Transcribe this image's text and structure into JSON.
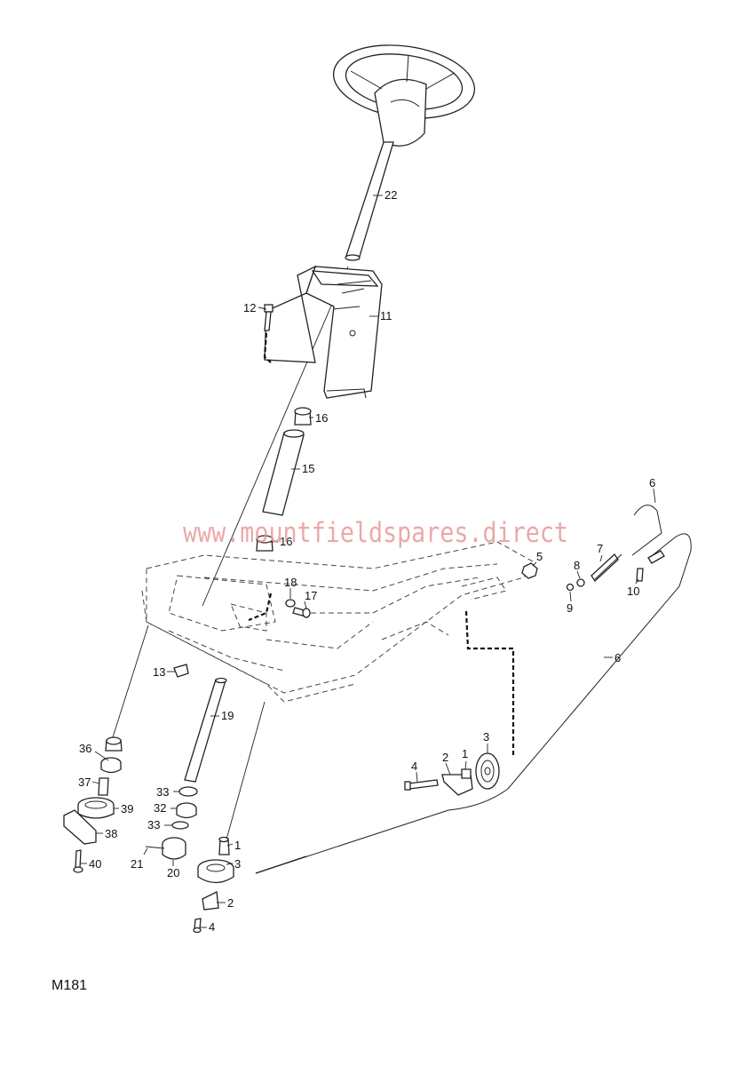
{
  "watermark": "www.mountfieldspares.direct",
  "diagram_code": "M181",
  "callouts": {
    "c22": "22",
    "c11": "11",
    "c12": "12",
    "c16a": "16",
    "c15": "15",
    "c16b": "16",
    "c18": "18",
    "c17": "17",
    "c13": "13",
    "c19": "19",
    "c36": "36",
    "c37": "37",
    "c39": "39",
    "c38": "38",
    "c40": "40",
    "c33a": "33",
    "c32": "32",
    "c33b": "33",
    "c21": "21",
    "c20": "20",
    "c1a": "1",
    "c3a": "3",
    "c2a": "2",
    "c4a": "4",
    "c6a": "6",
    "c7": "7",
    "c8": "8",
    "c9": "9",
    "c10": "10",
    "c5": "5",
    "c6b": "6",
    "c3b": "3",
    "c4b": "4",
    "c2b": "2",
    "c1b": "1"
  }
}
